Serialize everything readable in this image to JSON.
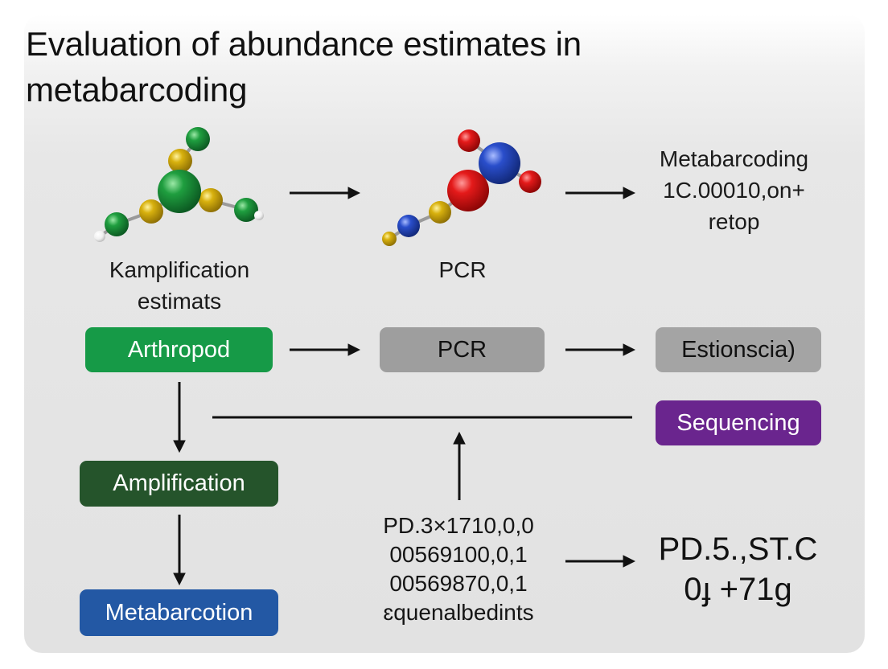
{
  "title": "Evaluation of abundance estimates in metabarcoding",
  "top_row": {
    "left_label": [
      "Kamplification",
      "estimats"
    ],
    "middle_label": "PCR",
    "right_label": [
      "Metabarcoding",
      "1C.00010,on+",
      "retop"
    ]
  },
  "boxes": {
    "arthropod": {
      "label": "Arthropod",
      "color": "#169a47"
    },
    "pcr": {
      "label": "PCR",
      "color": "#9e9e9e"
    },
    "estimation": {
      "label": "Estionscia)",
      "color": "#a4a4a4"
    },
    "sequencing": {
      "label": "Sequencing",
      "color": "#6a258e"
    },
    "amplification": {
      "label": "Amplification",
      "color": "#25542b"
    },
    "metabarcotion": {
      "label": "Metabarcotion",
      "color": "#2358a4"
    }
  },
  "data_block": [
    "PD.3×1710,0,0",
    "00569100,0,1",
    "00569870,0,1",
    "ɛquenalbedints"
  ],
  "result_block": [
    "PD.5.,ST.C",
    "0ɟ +71g"
  ],
  "colors": {
    "green_atom": "#1f9e3f",
    "yellow_atom": "#d8b10e",
    "red_atom": "#e41a1a",
    "blue_atom": "#2a4ecb",
    "white_atom": "#f5f5f5"
  }
}
